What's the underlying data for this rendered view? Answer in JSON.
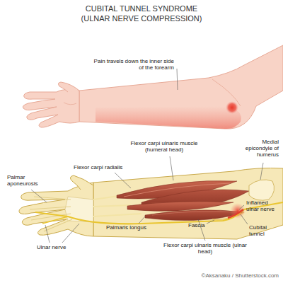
{
  "diagram": {
    "title": "CUBITAL TUNNEL SYNDROME (ULNAR NERVE COMPRESSION)",
    "labels": [
      "Pain travels down the inner side of the forearm",
      "Flexor carpi ulnaris muscle (humeral head)",
      "Medial epicondyle of humerus",
      "Palmar aponeurosis",
      "Flexor carpi radialis",
      "Inflamed ulnar nerve",
      "Cubital tunnel",
      "Fascia",
      "Palmaris longus",
      "Ulnar nerve",
      "Flexor carpi ulnaris muscle (ulnar head)",
      "©Aksanaku / Shutterstock.com"
    ]
  }
}
